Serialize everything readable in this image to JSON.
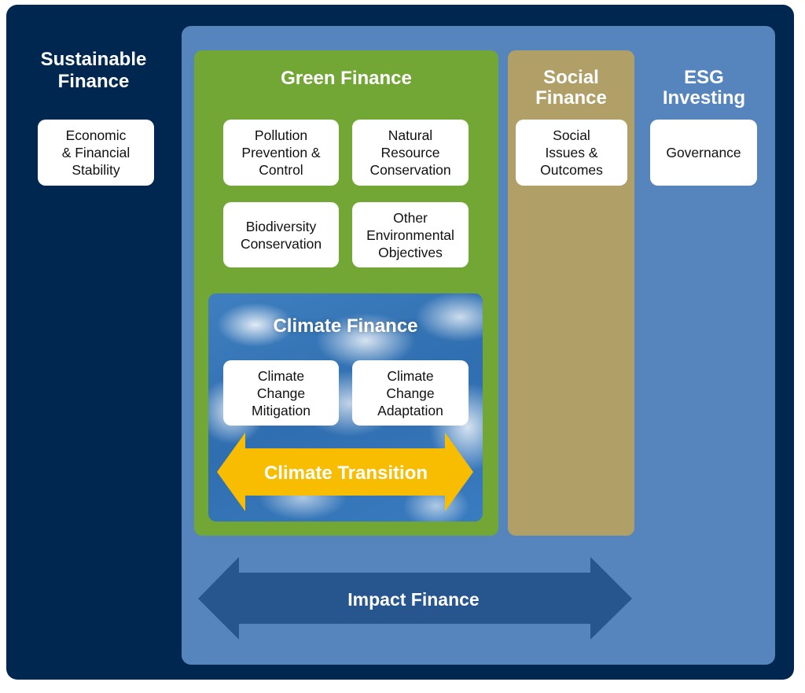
{
  "sustainable_finance": {
    "title": "Sustainable\nFinance",
    "items": [
      "Economic\n& Financial\nStability"
    ]
  },
  "green_finance": {
    "title": "Green Finance",
    "items": [
      "Pollution\nPrevention &\nControl",
      "Natural\nResource\nConservation",
      "Biodiversity\nConservation",
      "Other\nEnvironmental\nObjectives"
    ]
  },
  "climate_finance": {
    "title": "Climate Finance",
    "items": [
      "Climate\nChange\nMitigation",
      "Climate\nChange\nAdaptation"
    ],
    "arrow_label": "Climate Transition"
  },
  "social_finance": {
    "title": "Social\nFinance",
    "items": [
      "Social\nIssues &\nOutcomes"
    ]
  },
  "esg_investing": {
    "title": "ESG\nInvesting",
    "items": [
      "Governance"
    ]
  },
  "impact_finance": {
    "arrow_label": "Impact Finance"
  },
  "colors": {
    "sustainable": "#00274f",
    "esg_panel": "#5685bd",
    "green": "#72a736",
    "social": "#b19f68",
    "climate_arrow": "#f8bd00",
    "impact_arrow": "#27568f"
  }
}
